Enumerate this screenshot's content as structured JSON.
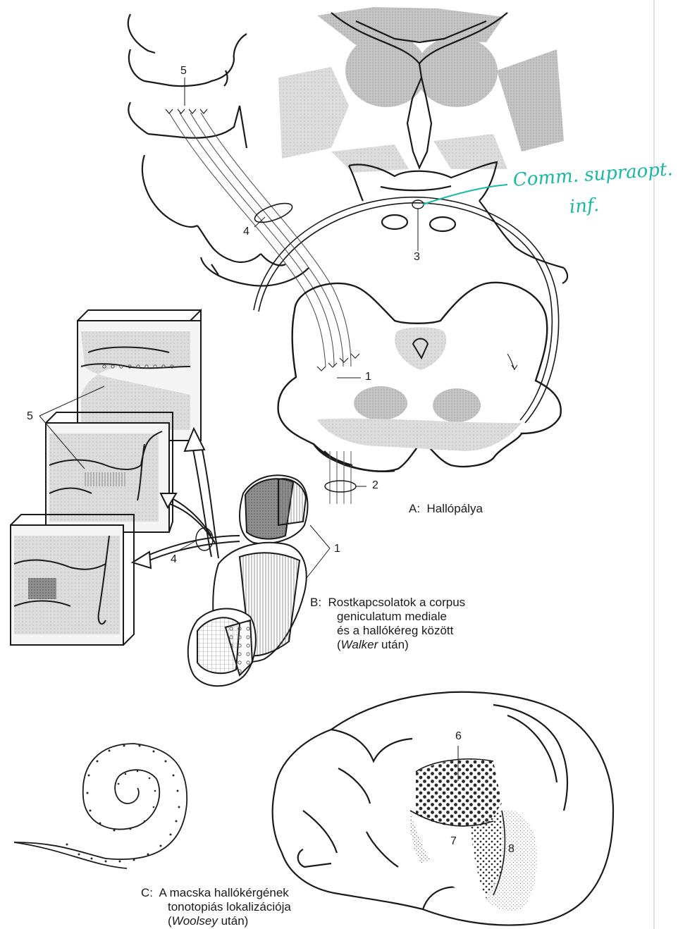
{
  "labels": {
    "n1a": "1",
    "n1b": "1",
    "n2": "2",
    "n3": "3",
    "n4a": "4",
    "n4b": "4",
    "n5a": "5",
    "n5b": "5",
    "n6": "6",
    "n7": "7",
    "n8": "8"
  },
  "captions": {
    "a": {
      "prefix": "A:",
      "text": "Hallópálya"
    },
    "b": {
      "prefix": "B:",
      "line1": "Rostkapcsolatok a corpus",
      "line2": "geniculatum mediale",
      "line3": "és a hallókéreg között",
      "line4_italic": "Walker",
      "line4_rest": " után)",
      "line4_open": "("
    },
    "c": {
      "prefix": "C:",
      "line1": "A macska hallókérgének",
      "line2": "tonotopiás lokalizációja",
      "line3_open": "(",
      "line3_italic": "Woolsey",
      "line3_rest": " után)"
    }
  },
  "handwritten_note": {
    "line1": "Comm. supraopt.",
    "line2": "inf."
  },
  "colors": {
    "ink": "#1a1a1a",
    "gray": "#bdbdbd",
    "dark": "#7a7a7a",
    "note": "#17b8a6"
  }
}
